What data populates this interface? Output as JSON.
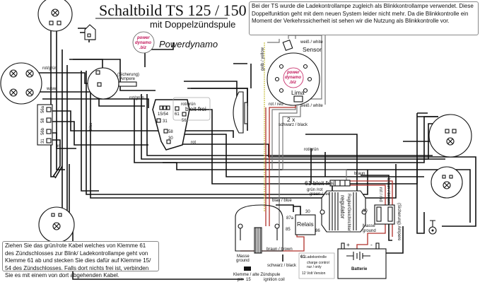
{
  "header": {
    "title": "Schaltbild TS  125 / 150",
    "subtitle": "mit Doppelzündspule",
    "brand": "Powerdynamo",
    "logo_text": [
      "power",
      "dynamo",
      ".biz"
    ]
  },
  "notes": {
    "top_right": "Bei der TS wurde die Ladekontrollampe zugleich als Blinkkontrollampe verwendet. Diese Doppelfunktion geht mit dem neuen System leider nicht mehr. Da die Blinkkontrolle ein Moment der Verkehrssicherheit ist sehen wir die Nutzung als Blinkkontrolle vor.",
    "bottom_left": "Ziehen Sie das grün/rote  Kabel welches von Klemme 61 des Zündschlosses zur Blink/ Ladekontrollampe geht von Klemme 61 ab und stecken Sie dies dafür auf Klemme 15/ 54 des Zündschlosses. Falls dort nichts frei ist, verbinden Sie es mit einem von dort abgehenden Kabel."
  },
  "labels": {
    "rot_gruen": "rot/grün",
    "w_sw": "w/sw",
    "sicherung": "(Sicherung)",
    "ampere": "Ampere",
    "blau": "blau",
    "br": "br",
    "sw_56a": "56a",
    "sw_58": "58",
    "sw_56b": "56b",
    "sw_31": "31",
    "lock_1554": "15/54",
    "lock_61": "61",
    "lock_56": "56",
    "lock_31": "31",
    "lock_58": "58",
    "lock_30": "30",
    "bleit_frei": "bleit frei",
    "rot": "rot",
    "gelb_yellow": "gelb / yellow",
    "sensor": "Sensor",
    "weiss_white": "weiß / white",
    "lima": "Lima",
    "rot_red": "rot / red",
    "zwei_x": "2 x",
    "schwarz_black": "schwarz / black",
    "braun": "braun",
    "bleit_61": "61 bleit frei",
    "gruen_rot": "grün /rot",
    "green_red": "green / red",
    "regulator_de": "Regler/Gleichrichter",
    "regulator": "regulator",
    "rot_red_v": "rot / red",
    "braun_brown_v": "braun / brown",
    "sicherung_ampere": "(Sicherung) Ampere",
    "blau_blue": "blau / blue",
    "relay_87a": "87a",
    "relay_30": "30",
    "relay_85": "85",
    "relay_86": "86",
    "relais": "Relais",
    "reg_30": "30",
    "masse": "Masse",
    "ground": "ground",
    "braun_brown": "braun / brown",
    "masse2": "Masse",
    "ground2": "ground",
    "schwarz_black2": "schwarz / black",
    "klemme": "Klemme /",
    "pin": "pin",
    "pin_no": "15",
    "alte": "alte Zündspule",
    "ignition_coil": "ignition coil",
    "lk_61": "61",
    "ladekontrolle": "Ladekontrolle",
    "charge_control": "charge control",
    "nur_only": "nur / only",
    "volt": "12 Volt Version",
    "batterie": "Batterie",
    "plus": "+",
    "minus": "-"
  },
  "colors": {
    "wire": "#111111",
    "red_wire": "#b0302a",
    "yellow_wire": "#c9c040",
    "logo": "#c2185b"
  }
}
